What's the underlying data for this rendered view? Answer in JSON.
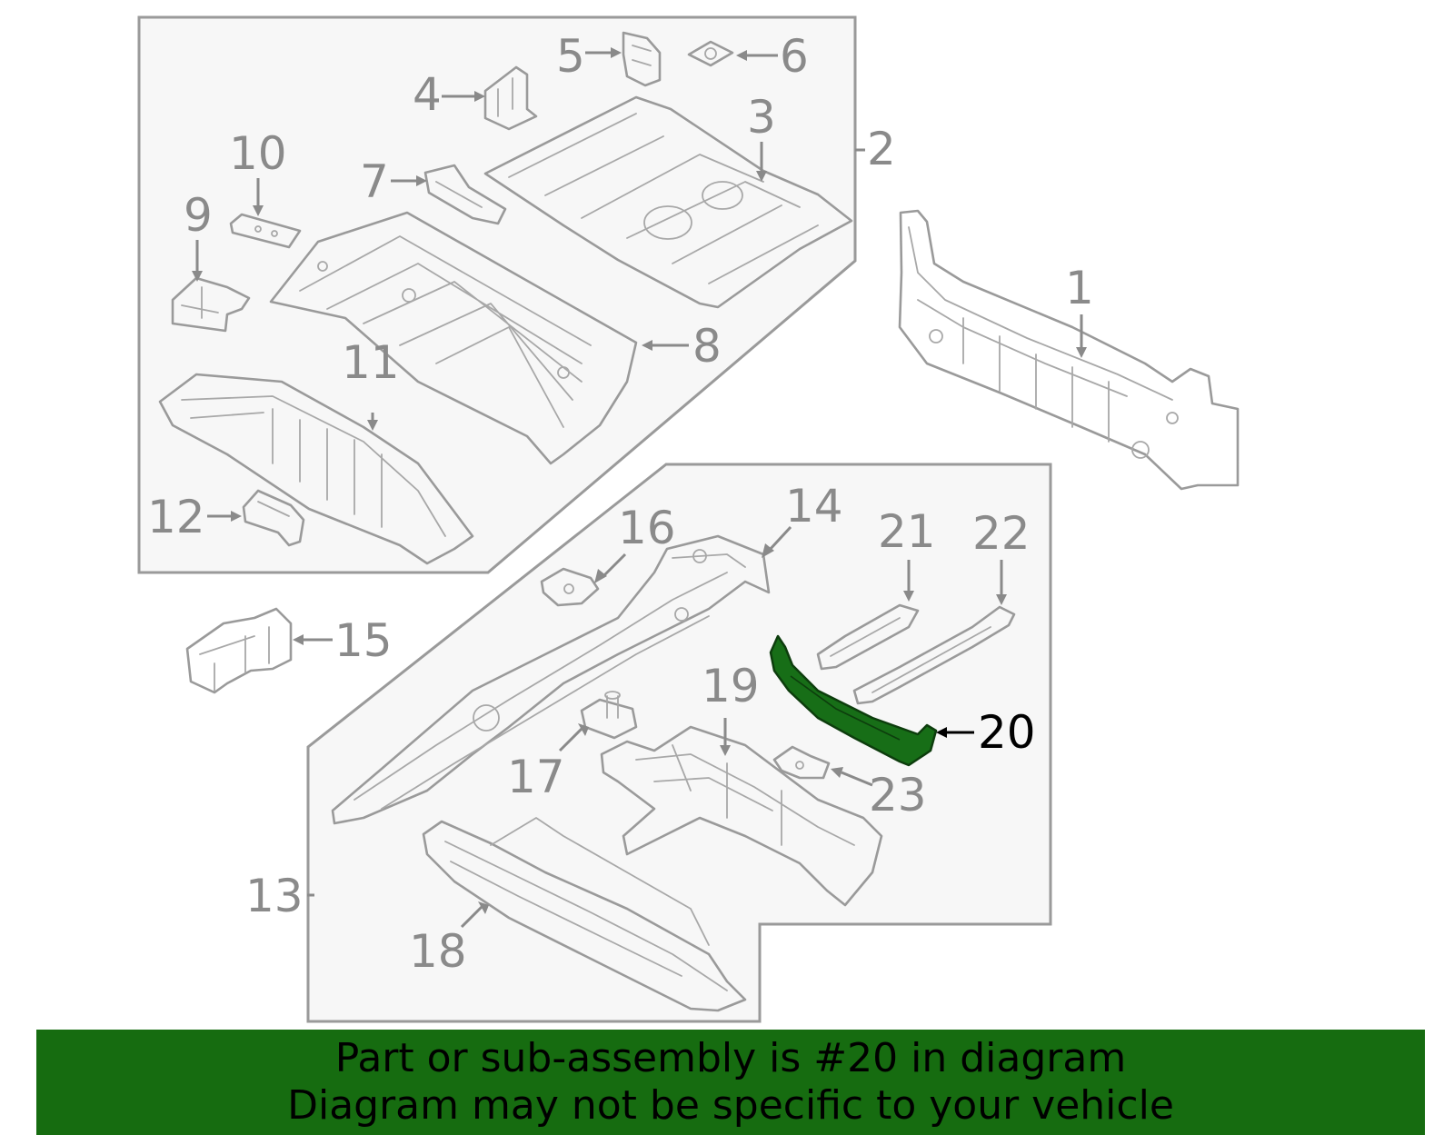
{
  "callouts": {
    "c1": "1",
    "c2": "2",
    "c3": "3",
    "c4": "4",
    "c5": "5",
    "c6": "6",
    "c7": "7",
    "c8": "8",
    "c9": "9",
    "c10": "10",
    "c11": "11",
    "c12": "12",
    "c13": "13",
    "c14": "14",
    "c15": "15",
    "c16": "16",
    "c17": "17",
    "c18": "18",
    "c19": "19",
    "c20": "20",
    "c21": "21",
    "c22": "22",
    "c23": "23"
  },
  "highlighted_part": "20",
  "colors": {
    "highlight_part": "#176e17",
    "banner": "#166c10",
    "callout_text": "#8a8a8a",
    "highlight_text": "#000000"
  },
  "banner": {
    "line1": "Part or sub-assembly is #20 in diagram",
    "line2": "Diagram may not be specific to your vehicle"
  }
}
